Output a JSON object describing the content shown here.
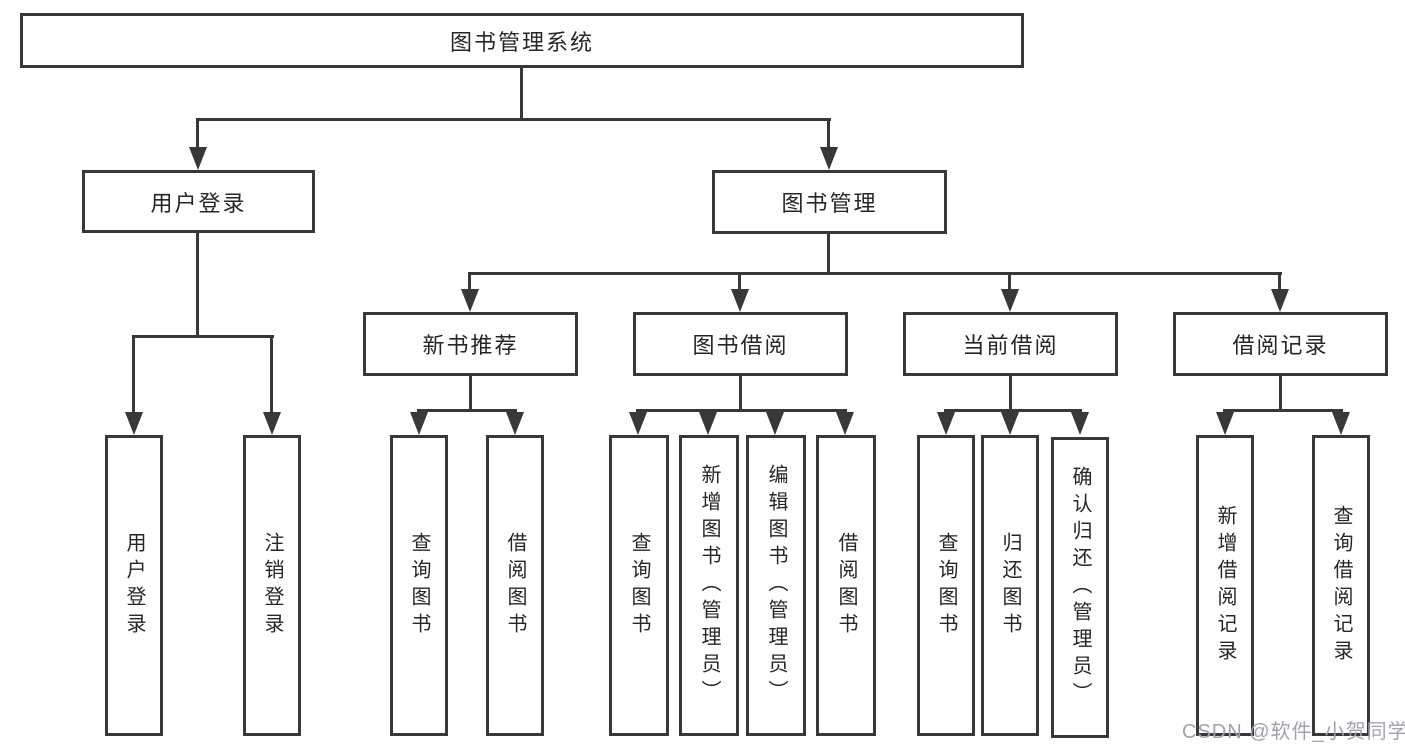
{
  "colors": {
    "background": "#ffffff",
    "line": "#383838",
    "box_border": "#383838",
    "text": "#262626",
    "watermark": "#a0a3ab"
  },
  "tree": {
    "root": {
      "label": "图书管理系统"
    },
    "level2": [
      {
        "label": "用户登录"
      },
      {
        "label": "图书管理"
      }
    ],
    "level3": [
      {
        "label": "新书推荐"
      },
      {
        "label": "图书借阅"
      },
      {
        "label": "当前借阅"
      },
      {
        "label": "借阅记录"
      }
    ],
    "leaves": {
      "user_login": [
        {
          "label": "用户登录"
        },
        {
          "label": "注销登录"
        }
      ],
      "new_book_recommend": [
        {
          "label": "查询图书"
        },
        {
          "label": "借阅图书"
        }
      ],
      "book_borrow": [
        {
          "label": "查询图书"
        },
        {
          "label": "新增图书（管理员）"
        },
        {
          "label": "编辑图书（管理员）"
        },
        {
          "label": "借阅图书"
        }
      ],
      "current_borrow": [
        {
          "label": "查询图书"
        },
        {
          "label": "归还图书"
        },
        {
          "label": "确认归还（管理员）"
        }
      ],
      "borrow_records": [
        {
          "label": "新增借阅记录"
        },
        {
          "label": "查询借阅记录"
        }
      ]
    }
  },
  "watermark": {
    "text": "CSDN @软件_小贺同学"
  }
}
